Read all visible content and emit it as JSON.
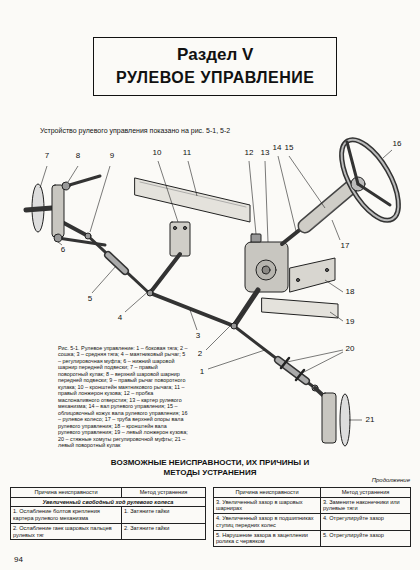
{
  "diagram": {
    "caption": "Рис. 5-1. Рулевое управление: 1 – боковая тяга; 2 – сошка; 3 – средняя тяга; 4 – маятниковый рычаг; 5 – регулировочная муфта; 6 – нижний шаровой шарнир передней подвески; 7 – правый поворотный кулак; 8 – верхний шаровой шарнир передней подвески; 9 – правый рычаг поворотного кулака; 10 – кронштейн маятникового рычага; 11 – правый лонжерон кузова; 12 – пробка маслоналивного отверстия; 13 – картер рулевого механизма; 14 – вал рулевого управления; 15 – облицовочный кожух вала рулевого управления; 16 – рулевое колесо; 17 – труба верхней опоры вала рулевого управления; 18 – кронштейн вала рулевого управления; 19 – левый лонжерон кузова; 20 – стяжные хомуты регулировочной муфты; 21 – левый поворотный кулак",
    "nodes": [
      {
        "text": [
          "Раздел V",
          "РУЛЕВОЕ УПРАВЛЕНИЕ"
        ]
      }
    ],
    "labels": [
      "Устройство рулевого управления показано на рис. 5-1, 5-2",
      "1",
      "2",
      "3",
      "4",
      "5",
      "6",
      "7",
      "8",
      "9",
      "10",
      "11",
      "12",
      "13",
      "14",
      "15",
      "16",
      "17",
      "18",
      "19",
      "20",
      "21",
      "ВОЗМОЖНЫЕ НЕИСПРАВНОСТИ, ИХ ПРИЧИНЫ И МЕТОДЫ УСТРАНЕНИЯ",
      "Продолжение",
      "Причина неисправности",
      "Метод устранения",
      "Увеличенный свободный ход рулевого колеса",
      "1. Ослабление болтов крепления картера рулевого механизма",
      "1. Затяните гайки",
      "2. Ослабление гаек шаровых пальцев рулевых тяг",
      "2. Затяните гайки",
      "Причина неисправности",
      "Метод устранения",
      "3. Увеличенный зазор в шаровых шарнирах",
      "3. Замените наконечники или рулевые тяги",
      "4. Увеличенный зазор в подшипниках ступиц передних колес",
      "4. Отрегулируйте зазор",
      "5. Нарушение зазора в зацеплении ролика с червяком",
      "5. Отрегулируйте зазор",
      "94"
    ]
  }
}
